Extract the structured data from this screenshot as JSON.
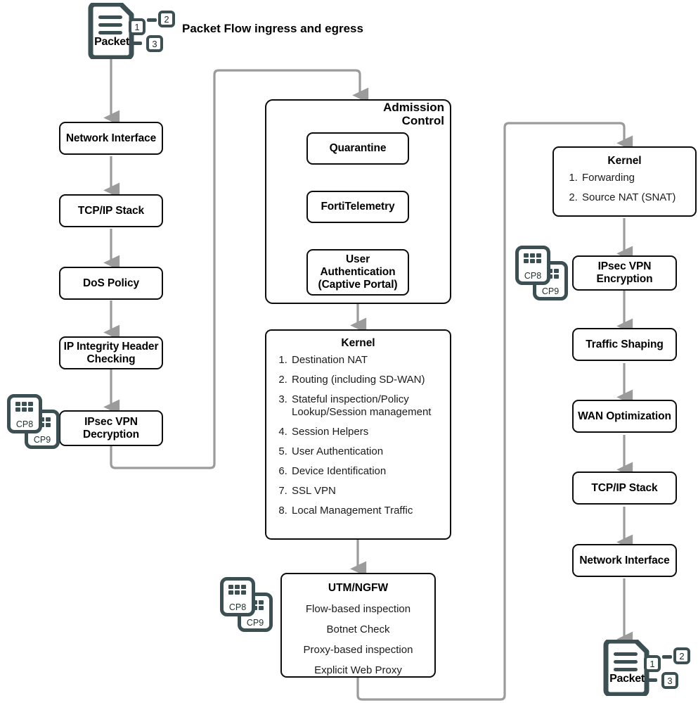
{
  "title": "Packet Flow ingress and egress",
  "colors": {
    "box_border": "#0d0d0d",
    "arrow": "#9b9b9b",
    "chip": "#3c4f52",
    "background": "#ffffff",
    "text": "#000000"
  },
  "packet_ingress": {
    "label": "Packet",
    "badges": [
      "1",
      "2",
      "3"
    ]
  },
  "packet_egress": {
    "label": "Packet",
    "badges": [
      "1",
      "2",
      "3"
    ]
  },
  "ingress_column": {
    "boxes": [
      {
        "lines": [
          "Network Interface"
        ]
      },
      {
        "lines": [
          "TCP/IP Stack"
        ]
      },
      {
        "lines": [
          "DoS Policy"
        ]
      },
      {
        "lines": [
          "IP Integrity Header",
          "Checking"
        ]
      },
      {
        "lines": [
          "IPsec VPN",
          "Decryption"
        ]
      }
    ]
  },
  "admission_control": {
    "title_line1": "Admission",
    "title_line2": "Control",
    "boxes": [
      {
        "lines": [
          "Quarantine"
        ]
      },
      {
        "lines": [
          "FortiTelemetry"
        ]
      },
      {
        "lines": [
          "User",
          "Authentication",
          "(Captive Portal)"
        ]
      }
    ]
  },
  "kernel_ingress": {
    "header": "Kernel",
    "items": [
      "Destination NAT",
      "Routing (including SD-WAN)",
      "Stateful inspection/Policy Lookup/Session management",
      "Session Helpers",
      "User Authentication",
      "Device Identification",
      "SSL VPN",
      "Local Management Traffic"
    ]
  },
  "utm_ngfw": {
    "header": "UTM/NGFW",
    "items": [
      "Flow-based inspection",
      "Botnet Check",
      "Proxy-based inspection",
      "Explicit Web Proxy"
    ]
  },
  "kernel_egress": {
    "header": "Kernel",
    "items": [
      "Forwarding",
      "Source NAT (SNAT)"
    ]
  },
  "egress_column": {
    "boxes": [
      {
        "lines": [
          "IPsec VPN",
          "Encryption"
        ]
      },
      {
        "lines": [
          "Traffic Shaping"
        ]
      },
      {
        "lines": [
          "WAN Optimization"
        ]
      },
      {
        "lines": [
          "TCP/IP Stack"
        ]
      },
      {
        "lines": [
          "Network Interface"
        ]
      }
    ]
  },
  "cp_badges": [
    {
      "id": "cp-decrypt",
      "front": "CP8",
      "back": "CP9"
    },
    {
      "id": "cp-utm",
      "front": "CP8",
      "back": "CP9"
    },
    {
      "id": "cp-encrypt",
      "front": "CP8",
      "back": "CP9"
    }
  ]
}
